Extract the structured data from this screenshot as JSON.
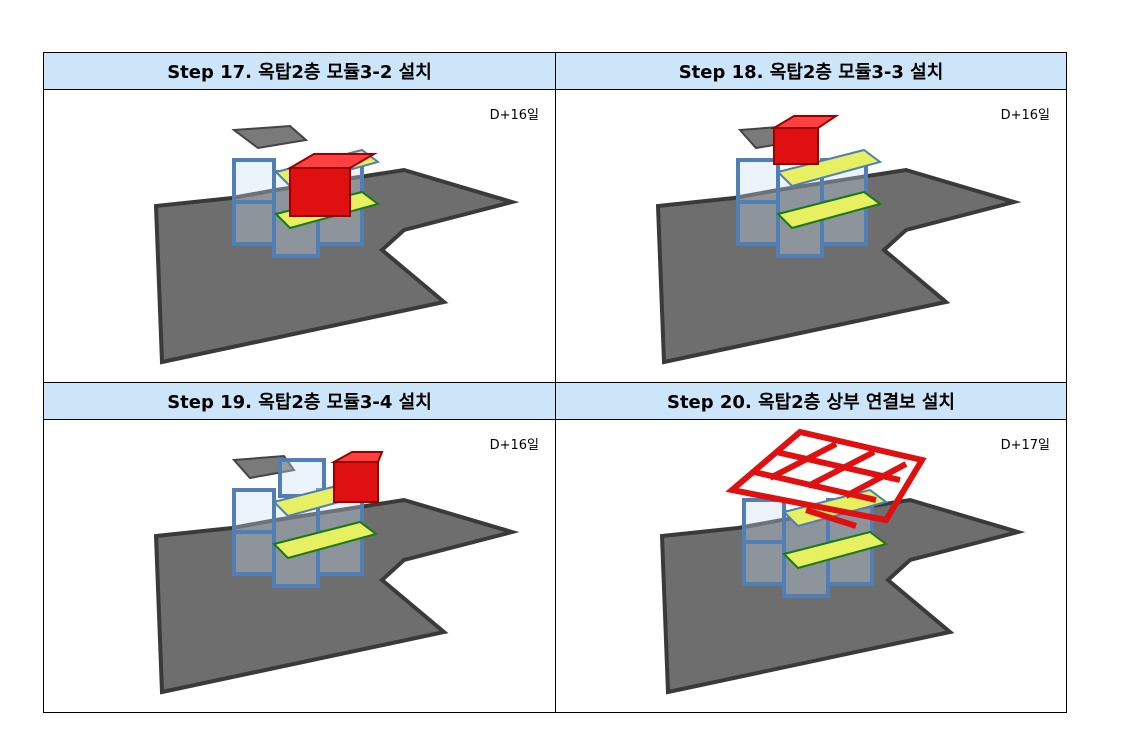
{
  "panels": [
    {
      "title": "Step 17. 옥탑2층 모듈3-2 설치",
      "day": "D+16일"
    },
    {
      "title": "Step 18. 옥탑2층 모듈3-3 설치",
      "day": "D+16일"
    },
    {
      "title": "Step 19. 옥탑2층 모듈3-4 설치",
      "day": "D+16일"
    },
    {
      "title": "Step 20. 옥탑2층 상부 연결보 설치",
      "day": "D+17일"
    }
  ],
  "colors": {
    "header_bg": "#cde5f9",
    "slab": "#6e6e6e",
    "frame": "#4f7fb5",
    "floor": "#e6f060",
    "highlight": "#e01010",
    "beam": "#1a7a1a"
  }
}
